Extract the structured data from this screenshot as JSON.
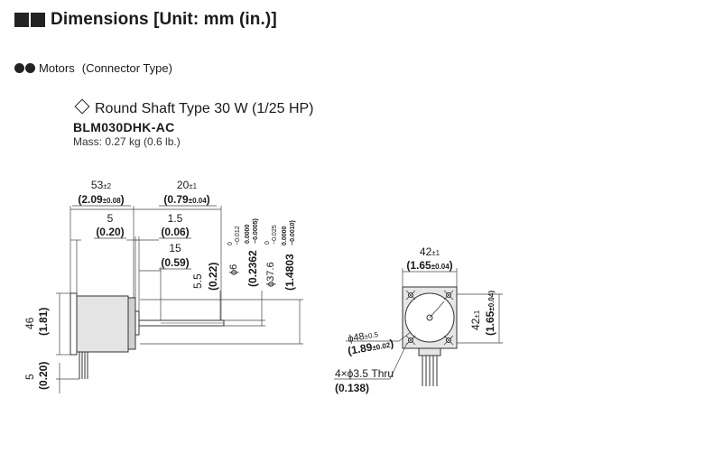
{
  "heading": {
    "title": "Dimensions [Unit: mm (in.)]"
  },
  "subheading": {
    "title": "Motors",
    "detail": "(Connector Type)"
  },
  "product": {
    "shaft_type": "Round Shaft Type 30 W (1/25 HP)",
    "model": "BLM030DHK-AC",
    "mass": "Mass: 0.27 kg (0.6 lb.)"
  },
  "side_view": {
    "overall_length": {
      "value": "53",
      "tol": "±2",
      "inch": "2.09",
      "inch_tol": "±0.08"
    },
    "shaft_length": {
      "value": "20",
      "tol": "±1",
      "inch": "0.79",
      "inch_tol": "±0.04"
    },
    "flange": {
      "value": "5",
      "inch": "(0.20)"
    },
    "pilot": {
      "value": "1.5",
      "inch": "0.06"
    },
    "flat_length": {
      "value": "15",
      "inch": "0.59"
    },
    "flat_depth": {
      "value": "5.5",
      "inch": "(0.22)"
    },
    "shaft_dia": {
      "value": "ϕ6",
      "upper": "0",
      "lower": "−0.012",
      "inch": "0.2362",
      "inch_upper": "0.0000",
      "inch_lower": "−0.0005"
    },
    "pilot_dia": {
      "value": "ϕ37.6",
      "upper": "0",
      "lower": "−0.025",
      "inch": "1.4803",
      "inch_upper": "0.0000",
      "inch_lower": "−0.0010"
    },
    "height": {
      "value": "46",
      "inch": "(1.81)"
    },
    "connector": {
      "value": "5",
      "inch": "(0.20)"
    }
  },
  "front_view": {
    "width": {
      "value": "42",
      "tol": "±1",
      "inch": "1.65",
      "inch_tol": "±0.04"
    },
    "height": {
      "value": "42",
      "tol": "±1",
      "inch": "(1.65",
      "inch_tol": "±0.04)"
    },
    "bolt_circle": {
      "value": "ϕ48",
      "tol": "±0.5",
      "inch": "1.89",
      "inch_tol": "±0.02"
    },
    "holes": {
      "value": "4×ϕ3.5 Thru",
      "inch": "0.138"
    }
  }
}
